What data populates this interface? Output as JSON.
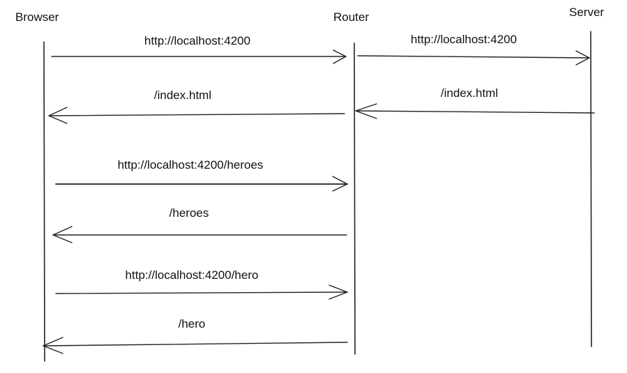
{
  "participants": {
    "browser": "Browser",
    "router": "Router",
    "server": "Server"
  },
  "messages": [
    {
      "label": "http://localhost:4200",
      "from": "browser",
      "to": "router"
    },
    {
      "label": "http://localhost:4200",
      "from": "router",
      "to": "server"
    },
    {
      "label": "/index.html",
      "from": "router",
      "to": "browser"
    },
    {
      "label": "/index.html",
      "from": "server",
      "to": "router"
    },
    {
      "label": "http://localhost:4200/heroes",
      "from": "browser",
      "to": "router"
    },
    {
      "label": "/heroes",
      "from": "router",
      "to": "browser"
    },
    {
      "label": "http://localhost:4200/hero",
      "from": "browser",
      "to": "router"
    },
    {
      "label": "/hero",
      "from": "router",
      "to": "browser"
    }
  ]
}
